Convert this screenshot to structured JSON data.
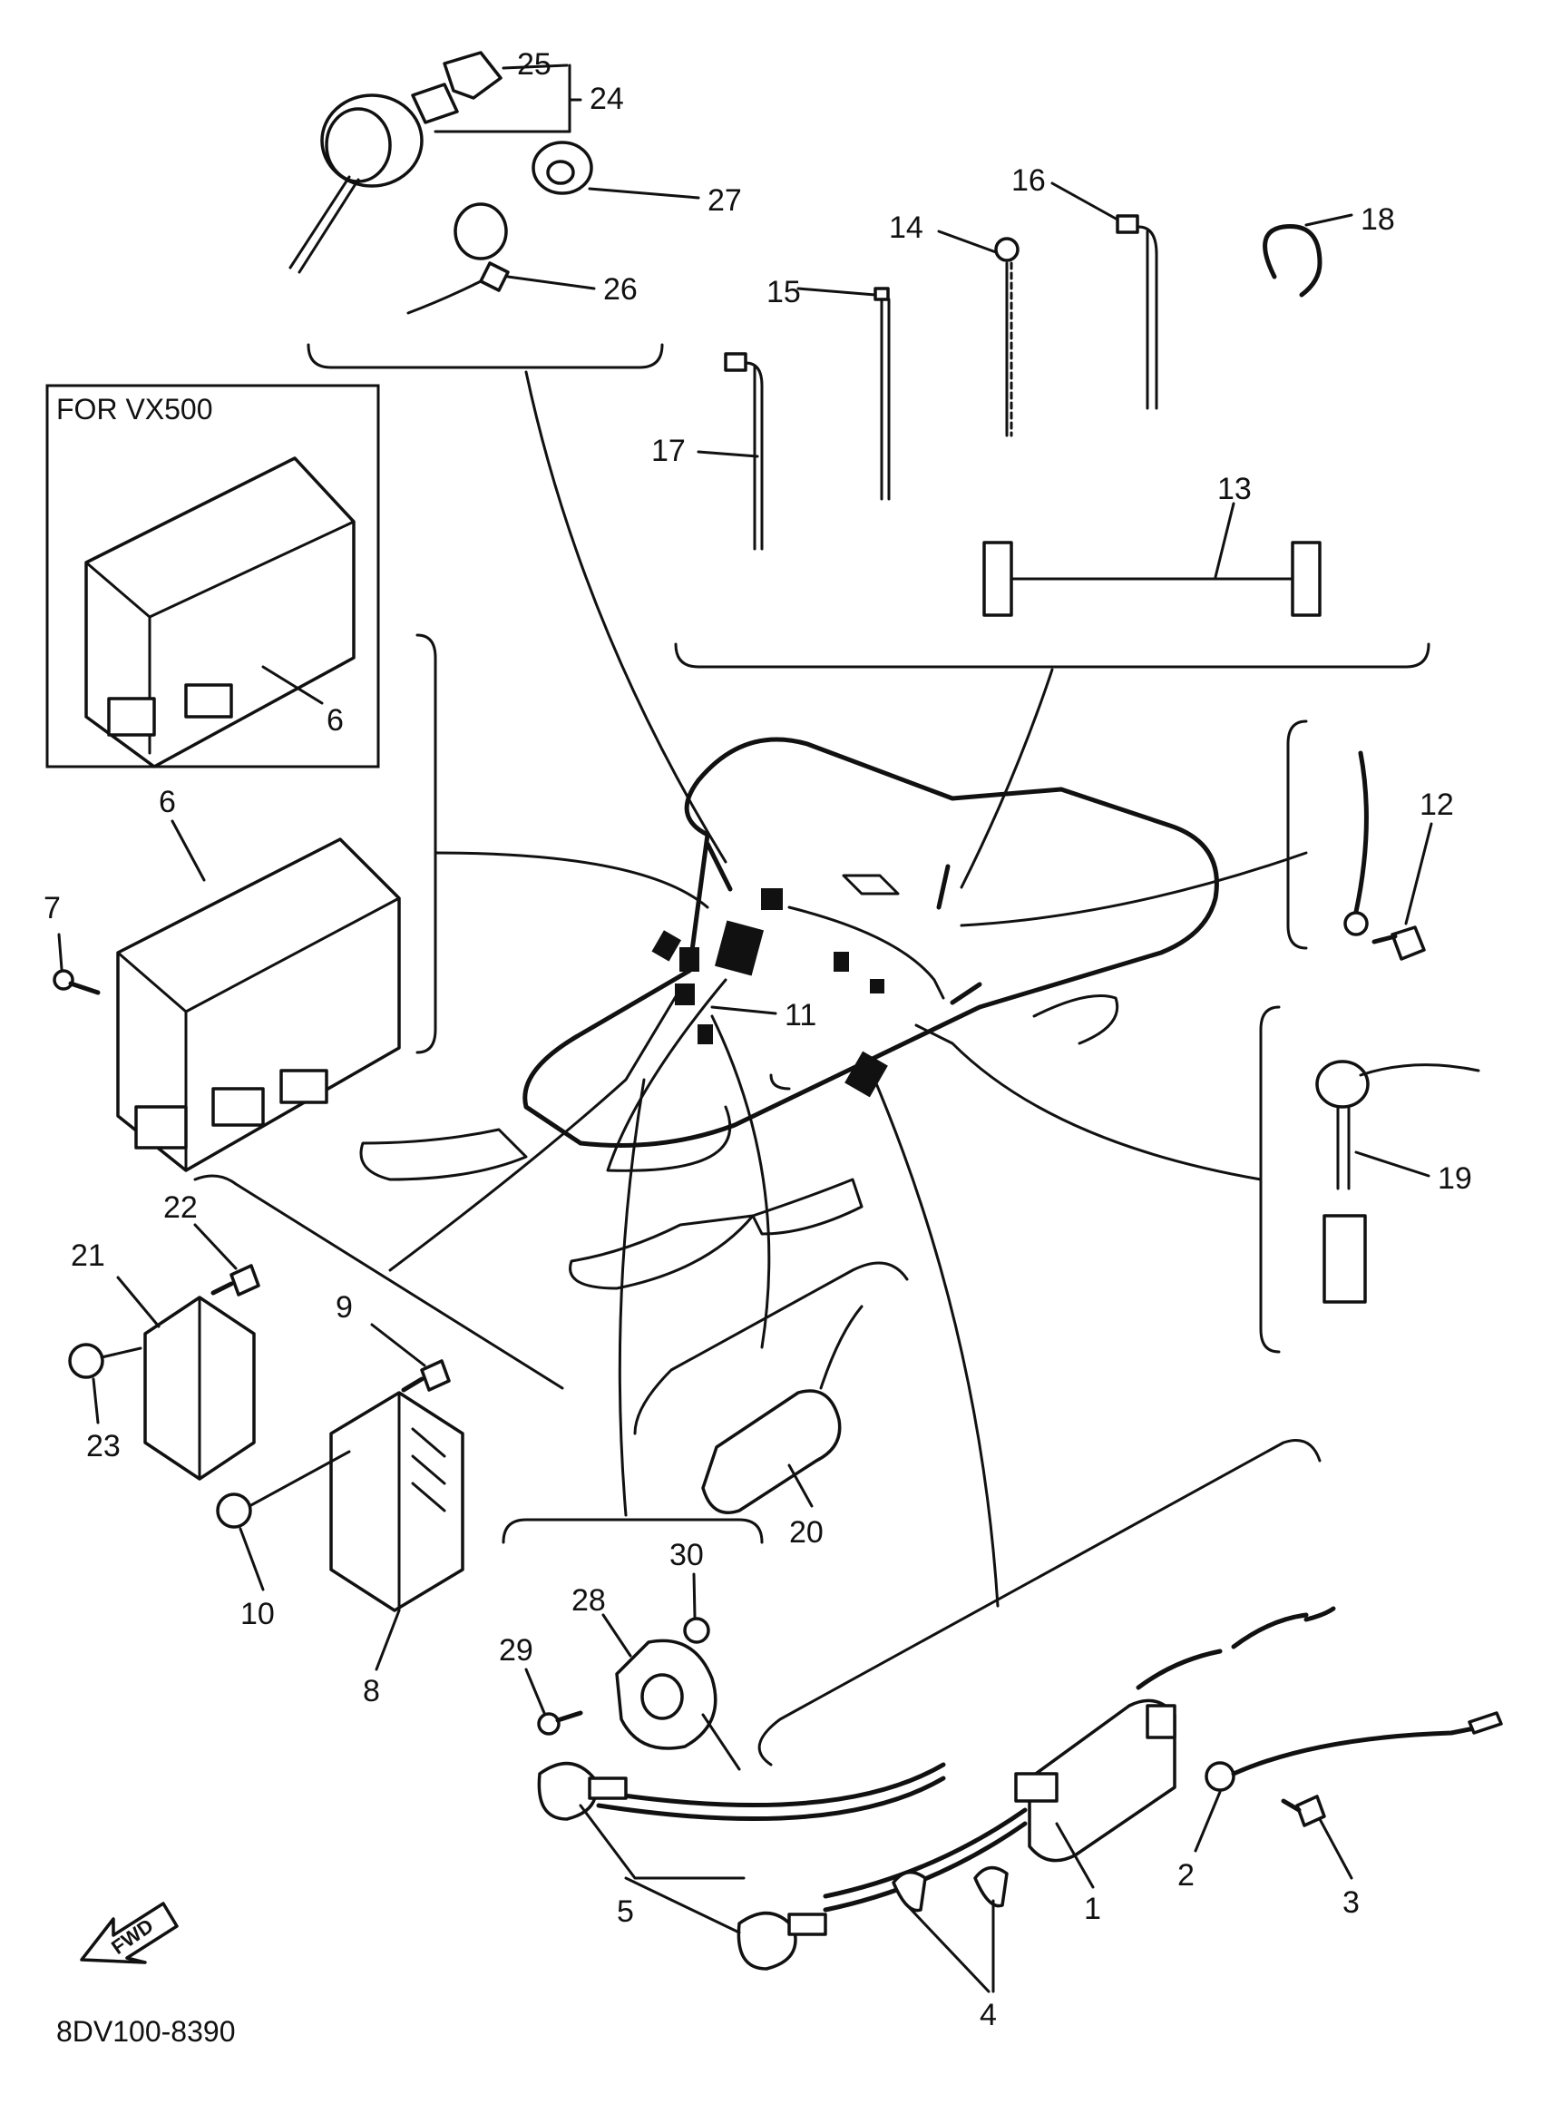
{
  "diagram": {
    "variant_label": "FOR VX500",
    "part_code": "8DV100-8390",
    "fwd_label": "FWD",
    "callouts": {
      "c1": "1",
      "c2": "2",
      "c3": "3",
      "c4": "4",
      "c5": "5",
      "c6a": "6",
      "c6b": "6",
      "c7": "7",
      "c8": "8",
      "c9": "9",
      "c10": "10",
      "c11": "11",
      "c12": "12",
      "c13": "13",
      "c14": "14",
      "c15": "15",
      "c16": "16",
      "c17": "17",
      "c18": "18",
      "c19": "19",
      "c20": "20",
      "c21": "21",
      "c22": "22",
      "c23": "23",
      "c24": "24",
      "c25": "25",
      "c26": "26",
      "c27": "27",
      "c28": "28",
      "c29": "29",
      "c30": "30"
    }
  }
}
